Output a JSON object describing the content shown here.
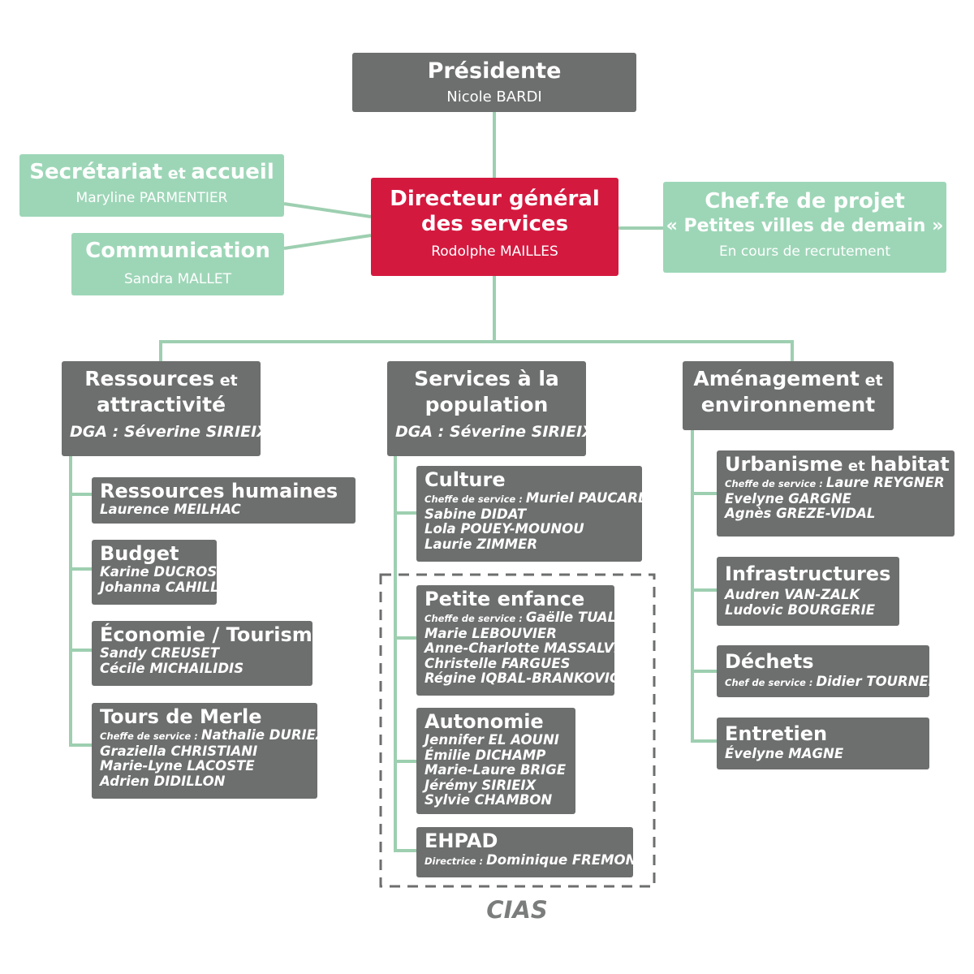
{
  "colors": {
    "grey_box": "#6d6e6e",
    "green_box": "#9dd6b7",
    "red_box": "#d4193f",
    "connector": "#9dcfb0",
    "cias_border": "#6d6e6e"
  },
  "presidente": {
    "title": "Présidente",
    "name": "Nicole BARDI"
  },
  "secretariat": {
    "title_a": "Secrétariat",
    "title_b": " et ",
    "title_c": "accueil",
    "name": "Maryline PARMENTIER"
  },
  "communication": {
    "title": "Communication",
    "name": "Sandra MALLET"
  },
  "dgs": {
    "title_1": "Directeur général",
    "title_2": "des services",
    "name": "Rodolphe MAILLES"
  },
  "projet": {
    "title_1": "Chef.fe de projet",
    "title_2": "« Petites villes de demain »",
    "name": "En cours de recrutement"
  },
  "departments": [
    {
      "title_1a": "Ressources",
      "title_1b": " et",
      "title_2": "attractivité",
      "dga": "DGA : Séverine SIRIEIX",
      "services": [
        {
          "title": "Ressources humaines",
          "people": [
            "Laurence MEILHAC"
          ]
        },
        {
          "title": "Budget",
          "people": [
            "Karine DUCROS",
            "Johanna CAHILL"
          ]
        },
        {
          "title": "Économie / Tourisme",
          "people": [
            "Sandy CREUSET",
            "Cécile MICHAILIDIS"
          ]
        },
        {
          "title": "Tours de Merle",
          "role": "Cheffe de service : ",
          "role_name": "Nathalie DURIEZ",
          "people": [
            "Graziella CHRISTIANI",
            "Marie-Lyne LACOSTE",
            "Adrien DIDILLON"
          ]
        }
      ]
    },
    {
      "title_1a": "Services à la",
      "title_1b": "",
      "title_2": "population",
      "dga": "DGA : Séverine SIRIEIX",
      "services": [
        {
          "title": "Culture",
          "role": "Cheffe de service : ",
          "role_name": "Muriel PAUCARD",
          "people": [
            "Sabine DIDAT",
            "Lola POUEY-MOUNOU",
            "Laurie ZIMMER"
          ]
        },
        {
          "title": "Petite enfance",
          "role": "Cheffe de service : ",
          "role_name": "Gaëlle TUAL",
          "people": [
            "Marie LEBOUVIER",
            "Anne-Charlotte MASSALVE",
            "Christelle FARGUES",
            "Régine IQBAL-BRANKOVIC"
          ]
        },
        {
          "title": "Autonomie",
          "people": [
            "Jennifer EL AOUNI",
            "Émilie DICHAMP",
            "Marie-Laure BRIGE",
            "Jérémy SIRIEIX",
            "Sylvie CHAMBON"
          ]
        },
        {
          "title": "EHPAD",
          "role": "Directrice : ",
          "role_name": "Dominique FREMONT",
          "people": []
        }
      ]
    },
    {
      "title_1a": "Aménagement",
      "title_1b": " et",
      "title_2": "environnement",
      "dga": "",
      "services": [
        {
          "title_a": "Urbanisme",
          "title_b": " et ",
          "title_c": "habitat",
          "role": "Cheffe de service : ",
          "role_name": "Laure REYGNER",
          "people": [
            "Evelyne GARGNE",
            "Agnès GREZE-VIDAL"
          ]
        },
        {
          "title": "Infrastructures",
          "people": [
            "Audren VAN-ZALK",
            "Ludovic BOURGERIE"
          ]
        },
        {
          "title": "Déchets",
          "role": "Chef de service : ",
          "role_name": "Didier TOURNEIX",
          "people": []
        },
        {
          "title": "Entretien",
          "people": [
            "Évelyne MAGNE"
          ]
        }
      ]
    }
  ],
  "cias_label": "CIAS"
}
